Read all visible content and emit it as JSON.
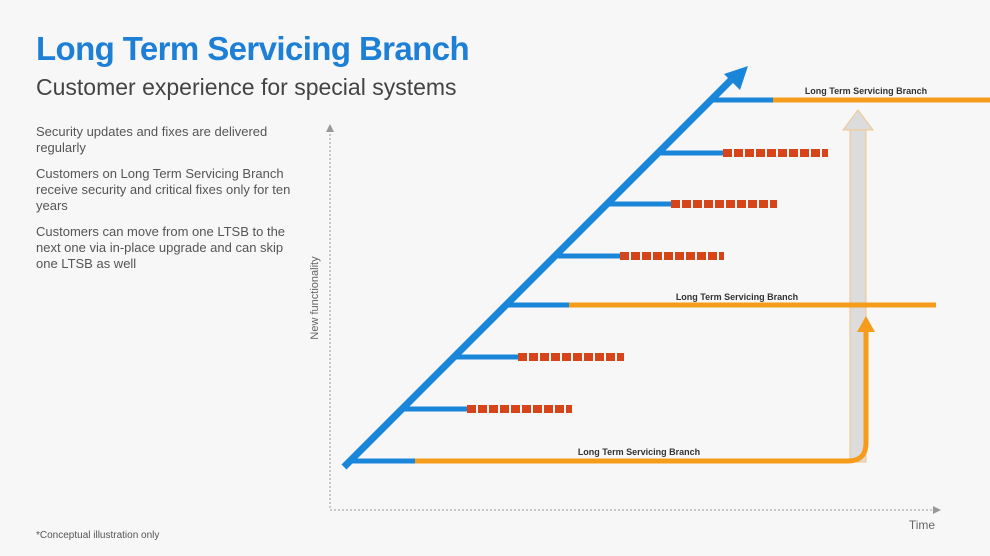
{
  "slide": {
    "title": "Long Term Servicing Branch",
    "subtitle": "Customer experience for special systems",
    "bullets": [
      "Security updates and fixes are delivered regularly",
      "Customers on Long Term Servicing Branch receive security and critical fixes only for ten years",
      "Customers can move from one LTSB to the next one via in-place upgrade and can skip one LTSB as well"
    ],
    "footnote": "*Conceptual illustration only"
  },
  "diagram": {
    "y_axis_label": "New functionality",
    "x_axis_label": "Time",
    "branch_labels": [
      "Long Term Servicing Branch",
      "Long Term Servicing Branch",
      "Long Term Servicing Branch"
    ],
    "colors": {
      "trunk": "#1a86d9",
      "ltsb": "#f59c1a",
      "updates": "#d64419",
      "axis": "#999999",
      "skip_arrow": "#d8d8d8"
    }
  }
}
